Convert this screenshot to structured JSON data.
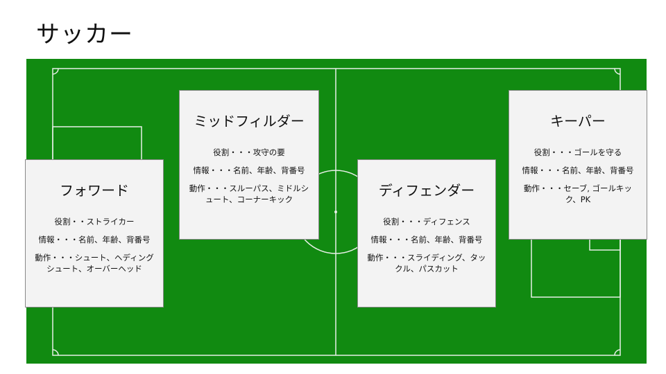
{
  "page": {
    "title": "サッカー"
  },
  "colors": {
    "pitch": "#118a11",
    "lines": "#f2f2f2",
    "card": "#f3f3f3"
  },
  "positions": {
    "forward": {
      "name": "フォワード",
      "role": "役割・・ストライカー",
      "info": "情報・・・名前、年齢、背番号",
      "action": "動作・・・シュート、ヘディングシュート、オーバーヘッド"
    },
    "midfielder": {
      "name": "ミッドフィルダー",
      "role": "役割・・・攻守の要",
      "info": "情報・・・名前、年齢、背番号",
      "action": "動作・・・スルーパス、ミドルシュート、コーナーキック"
    },
    "defender": {
      "name": "ディフェンダー",
      "role": "役割・・・ディフェンス",
      "info": "情報・・・名前、年齢、背番号",
      "action": "動作・・・スライディング、タックル、パスカット"
    },
    "goalkeeper": {
      "name": "キーパー",
      "role": "役割・・・ゴールを守る",
      "info": "情報・・・名前、年齢、背番号",
      "action": "動作・・・セーブ, ゴールキック、PK"
    }
  }
}
